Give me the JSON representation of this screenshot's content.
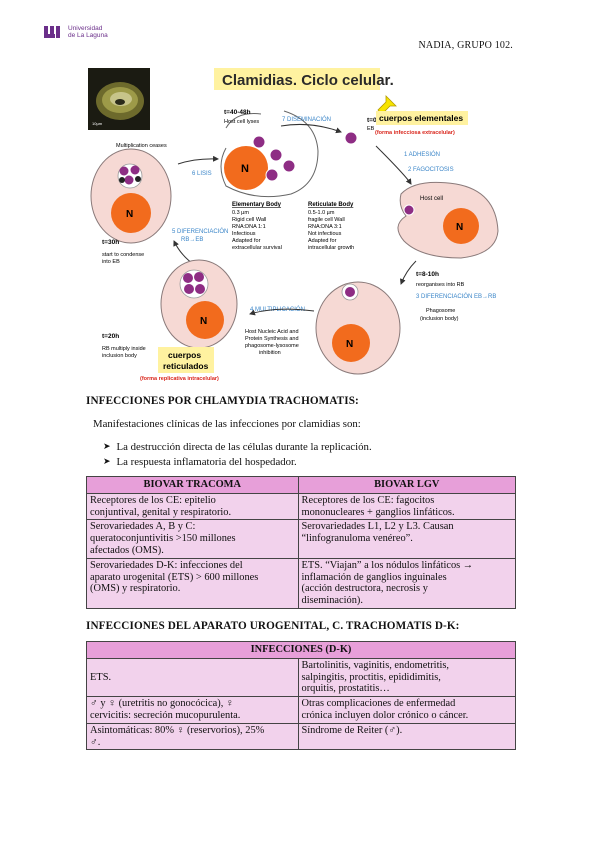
{
  "header": {
    "logo_line1": "Universidad",
    "logo_line2": "de La Laguna",
    "right_text": "NADIA, GRUPO 102."
  },
  "figure": {
    "title": "Clamidias. Ciclo celular.",
    "photo_scale": "10µm",
    "nucleus": "N",
    "labels": {
      "t40": "t=40-48h",
      "host_lyses": "Host cell lyses",
      "diseminacion": "7 DISEMINACIÓN",
      "t0": "t=0",
      "eb": "EB",
      "cuerpos_elementales": "cuerpos elementales",
      "forma_infecciosa": "(forma infecciosa extracelular)",
      "adhesion": "1 ADHESIÓN",
      "fagocitosis": "2 FAGOCITOSIS",
      "host_cell": "Host cell",
      "mult_ceases": "Multiplication ceases",
      "lisis": "6 LISIS",
      "diferenciacion_rb_eb_1": "5 DIFERENCIACIÓN",
      "diferenciacion_rb_eb_2": "RB→EB",
      "t30": "t=30h",
      "start_condense_1": "start to condense",
      "start_condense_2": "into EB",
      "eb_title": "Elementary Body",
      "eb_lines": [
        "0.3 µm",
        "Rigid cell Wall",
        "RNA:DNA 1:1",
        "Infectious",
        "Adapted for",
        "extracellular survival"
      ],
      "rb_title": "Reticulate Body",
      "rb_lines": [
        "0.5-1.0 µm",
        "fragile cell Wall",
        "RNA:DNA 3:1",
        "Not infectious",
        "Adapted for",
        "intracellular growth"
      ],
      "t8": "t=8-10h",
      "reorganises": "reorganises into RB",
      "diferenciacion_eb_rb": "3 DIFERENCIACIÓN EB→RB",
      "phagosome_1": "Phagosome",
      "phagosome_2": "(inclusion body)",
      "multiplicacion": "4 MULTIPLICACIÓN",
      "t20": "t=20h",
      "rb_multiply_1": "RB multiply inside",
      "rb_multiply_2": "inclusion body",
      "host_nucleic_1": "Host Nucleic Acid and",
      "host_nucleic_2": "Protein Synthesis and",
      "host_nucleic_3": "phagosome-lysosome",
      "host_nucleic_4": "inhibition",
      "cuerpos_reticulados_1": "cuerpos",
      "cuerpos_reticulados_2": "reticulados",
      "forma_replicativa": "(forma replicativa intracelular)"
    },
    "colors": {
      "orange": "#f26b1d",
      "purple": "#8e2d84",
      "cell_pink": "#f6d9d4",
      "yellow_box": "#fff2a0",
      "blue_label": "#3a85c8"
    }
  },
  "section1": {
    "title": "INFECCIONES POR CHLAMYDIA TRACHOMATIS:",
    "intro": "Manifestaciones clínicas de las infecciones por clamidias son:",
    "bullets": [
      "La destrucción directa de las células durante la replicación.",
      "La respuesta inflamatoria del hospedador."
    ]
  },
  "table1": {
    "headers": [
      "BIOVAR TRACOMA",
      "BIOVAR LGV"
    ],
    "rows": [
      [
        [
          "Receptores de los CE: epitelio",
          "conjuntival, genital y respiratorio."
        ],
        [
          "Receptores de los CE: fagocitos",
          "mononucleares + ganglios linfáticos."
        ]
      ],
      [
        [
          "Serovariedades A, B y C:",
          "queratoconjuntivitis >150 millones",
          "afectados (OMS)."
        ],
        [
          "Serovariedades L1, L2 y L3. Causan",
          "“linfogranuloma venéreo”."
        ]
      ],
      [
        [
          "Serovariedades D-K: infecciones del",
          "aparato urogenital (ETS) > 600 millones",
          "(OMS) y respiratorio."
        ],
        [
          "ETS. “Viajan” a los nódulos linfáticos →",
          "inflamación de ganglios inguinales",
          "(acción destructora, necrosis y",
          "diseminación)."
        ]
      ]
    ]
  },
  "section2": {
    "title": "INFECCIONES DEL APARATO UROGENITAL, C. TRACHOMATIS D-K:"
  },
  "table2": {
    "header": "INFECCIONES (D-K)",
    "rows": [
      [
        [
          "ETS."
        ],
        [
          "Bartolinitis, vaginitis, endometritis,",
          "salpingitis, proctitis, epididimitis,",
          "orquitis, prostatitis…"
        ]
      ],
      [
        [
          "♂ y ♀ (uretritis no gonocócica), ♀",
          "cervicitis: secreción mucopurulenta."
        ],
        [
          "Otras complicaciones de enfermedad",
          "crónica incluyen dolor crónico o cáncer."
        ]
      ],
      [
        [
          "Asintomáticas: 80% ♀ (reservorios), 25%",
          "♂."
        ],
        [
          "Síndrome de Reiter (♂)."
        ]
      ]
    ]
  }
}
